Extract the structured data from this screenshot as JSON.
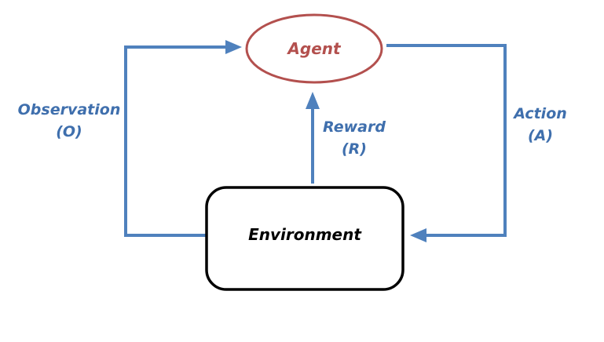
{
  "nodes": {
    "agent": {
      "label": "Agent"
    },
    "environment": {
      "label": "Environment"
    }
  },
  "edges": {
    "observation": {
      "label": "Observation",
      "symbol": "(O)",
      "from": "environment",
      "to": "agent"
    },
    "reward": {
      "label": "Reward",
      "symbol": "(R)",
      "from": "environment",
      "to": "agent"
    },
    "action": {
      "label": "Action",
      "symbol": "(A)",
      "from": "agent",
      "to": "environment"
    }
  },
  "colors": {
    "arrow_blue": "#4f81bd",
    "label_blue": "#3f6fad",
    "agent_red": "#b3504e",
    "node_black": "#000000"
  }
}
